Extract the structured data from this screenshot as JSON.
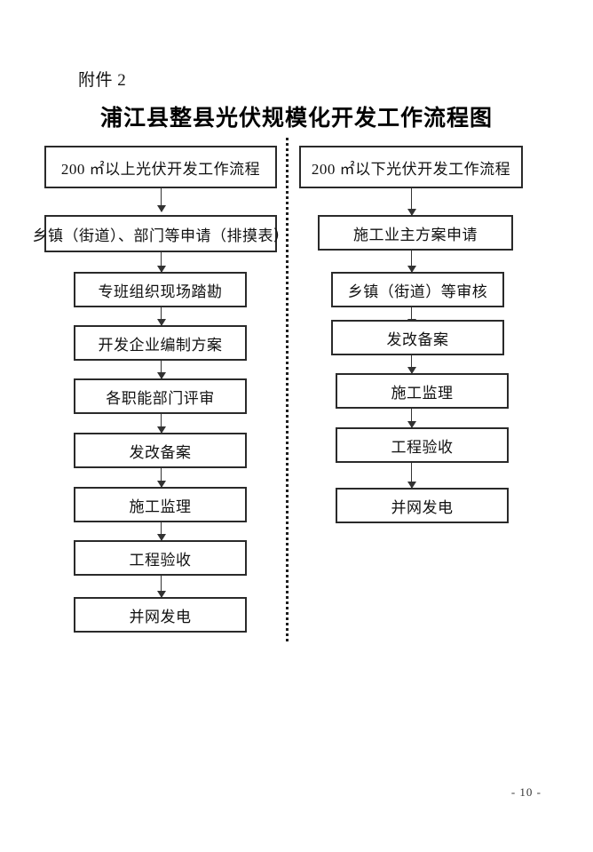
{
  "document": {
    "attachment_label": "附件 2",
    "title": "浦江县整县光伏规模化开发工作流程图",
    "page_number": "- 10 -"
  },
  "diagram": {
    "type": "flowchart",
    "orientation": "top-to-bottom",
    "columns": [
      {
        "id": "left-column",
        "header": {
          "prefix": "200",
          "unit": "㎡",
          "text": "以上光伏开发工作流程",
          "full_text": "200 ㎡以上光伏开发工作流程"
        },
        "steps": [
          {
            "index": 1,
            "label": "乡镇（街道）、部门等申请（排摸表）"
          },
          {
            "index": 2,
            "label": "专班组织现场踏勘"
          },
          {
            "index": 3,
            "label": "开发企业编制方案"
          },
          {
            "index": 4,
            "label": "各职能部门评审"
          },
          {
            "index": 5,
            "label": "发改备案"
          },
          {
            "index": 6,
            "label": "施工监理"
          },
          {
            "index": 7,
            "label": "工程验收"
          },
          {
            "index": 8,
            "label": "并网发电"
          }
        ]
      },
      {
        "id": "right-column",
        "header": {
          "prefix": "200",
          "unit": "㎡",
          "text": "以下光伏开发工作流程",
          "full_text": "200 ㎡以下光伏开发工作流程"
        },
        "steps": [
          {
            "index": 1,
            "label": "施工业主方案申请"
          },
          {
            "index": 2,
            "label": "乡镇（街道）等审核"
          },
          {
            "index": 3,
            "label": "发改备案"
          },
          {
            "index": 4,
            "label": "施工监理"
          },
          {
            "index": 5,
            "label": "工程验收"
          },
          {
            "index": 6,
            "label": "并网发电"
          }
        ]
      }
    ],
    "divider": {
      "style": "dotted-vertical",
      "color": "#1d1d1d"
    },
    "colors": {
      "box_border": "#2a2a2a",
      "box_fill": "#ffffff",
      "arrow": "#333333",
      "text": "#111111"
    }
  }
}
